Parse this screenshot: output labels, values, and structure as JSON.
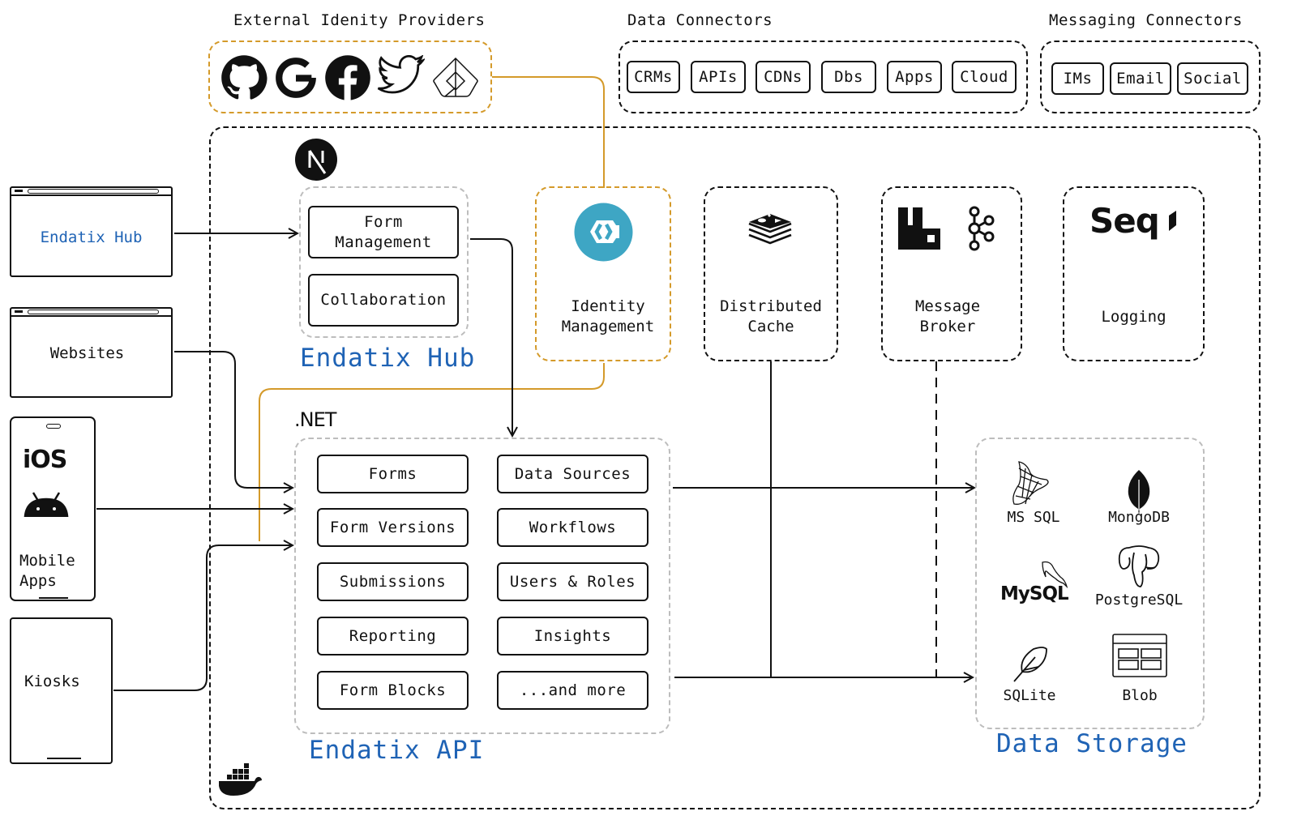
{
  "colors": {
    "accent_blue": "#1f63b5",
    "accent_orange": "#d49a2a",
    "keycloak_teal": "#3ea6c4",
    "line": "#111111",
    "gray_dash": "#bdbdbd"
  },
  "external_identity": {
    "title": "External Idenity Providers",
    "icons": [
      "github-icon",
      "google-icon",
      "facebook-icon",
      "twitter-icon",
      "auth-provider-icon"
    ]
  },
  "data_connectors": {
    "title": "Data Connectors",
    "items": [
      "CRMs",
      "APIs",
      "CDNs",
      "Dbs",
      "Apps",
      "Cloud"
    ]
  },
  "messaging_connectors": {
    "title": "Messaging Connectors",
    "items": [
      "IMs",
      "Email",
      "Social"
    ]
  },
  "clients": {
    "hub": "Endatix Hub",
    "websites": "Websites",
    "mobile": {
      "ios": "iOS",
      "label_line1": "Mobile",
      "label_line2": "Apps"
    },
    "kiosks": "Kiosks"
  },
  "hub": {
    "framework_icon": "nextjs-icon",
    "title": "Endatix Hub",
    "items": [
      {
        "line1": "Form",
        "line2": "Management"
      },
      {
        "line1": "Collaboration",
        "line2": ""
      }
    ]
  },
  "services": {
    "identity": {
      "line1": "Identity",
      "line2": "Management"
    },
    "cache": {
      "line1": "Distributed",
      "line2": "Cache"
    },
    "broker": {
      "line1": "Message",
      "line2": "Broker"
    },
    "logging": {
      "label": "Logging",
      "brand": "Seq"
    }
  },
  "api": {
    "framework": ".NET",
    "title": "Endatix API",
    "left": [
      "Forms",
      "Form Versions",
      "Submissions",
      "Reporting",
      "Form Blocks"
    ],
    "right": [
      "Data Sources",
      "Workflows",
      "Users & Roles",
      "Insights",
      "...and more"
    ]
  },
  "storage": {
    "title": "Data Storage",
    "items": [
      "MS SQL",
      "MongoDB",
      "MySQL",
      "PostgreSQL",
      "SQLite",
      "Blob"
    ]
  }
}
